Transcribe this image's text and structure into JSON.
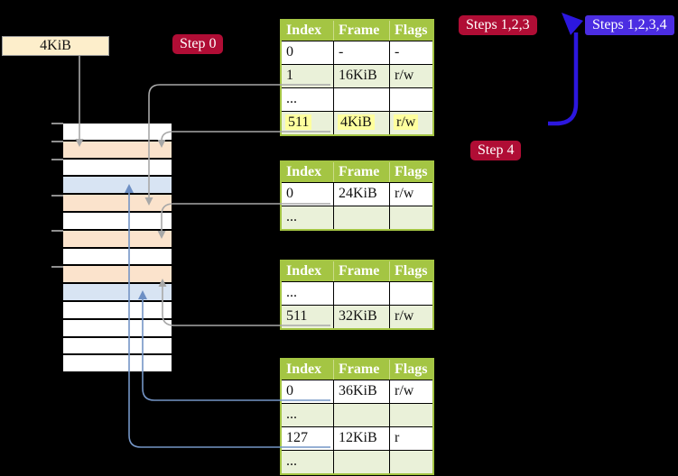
{
  "frame_box": {
    "label": "4KiB"
  },
  "step_labels": {
    "step0": "Step 0",
    "steps123": "Steps 1,2,3",
    "steps1234": "Steps 1,2,3,4",
    "step4": "Step 4"
  },
  "page_tables": [
    {
      "name": "level-4-page-table",
      "headers": [
        "Index",
        "Frame",
        "Flags"
      ],
      "rows": [
        {
          "index": "0",
          "frame": "-",
          "flags": "-",
          "shade": "white",
          "highlight": false
        },
        {
          "index": "1",
          "frame": "16KiB",
          "flags": "r/w",
          "shade": "green",
          "highlight": false
        },
        {
          "index": "...",
          "frame": "",
          "flags": "",
          "shade": "white",
          "highlight": false
        },
        {
          "index": "511",
          "frame": "4KiB",
          "flags": "r/w",
          "shade": "green",
          "highlight": true
        }
      ]
    },
    {
      "name": "level-3-page-table",
      "headers": [
        "Index",
        "Frame",
        "Flags"
      ],
      "rows": [
        {
          "index": "0",
          "frame": "24KiB",
          "flags": "r/w",
          "shade": "white",
          "highlight": false
        },
        {
          "index": "...",
          "frame": "",
          "flags": "",
          "shade": "green",
          "highlight": false
        }
      ]
    },
    {
      "name": "level-2-page-table",
      "headers": [
        "Index",
        "Frame",
        "Flags"
      ],
      "rows": [
        {
          "index": "...",
          "frame": "",
          "flags": "",
          "shade": "white",
          "highlight": false
        },
        {
          "index": "511",
          "frame": "32KiB",
          "flags": "r/w",
          "shade": "green",
          "highlight": false
        }
      ]
    },
    {
      "name": "level-1-page-table",
      "headers": [
        "Index",
        "Frame",
        "Flags"
      ],
      "rows": [
        {
          "index": "0",
          "frame": "36KiB",
          "flags": "r/w",
          "shade": "white",
          "highlight": false
        },
        {
          "index": "...",
          "frame": "",
          "flags": "",
          "shade": "green",
          "highlight": false
        },
        {
          "index": "127",
          "frame": "12KiB",
          "flags": "r",
          "shade": "white",
          "highlight": false
        },
        {
          "index": "...",
          "frame": "",
          "flags": "",
          "shade": "green",
          "highlight": false
        }
      ]
    }
  ],
  "memory_strip": {
    "frames": [
      {
        "color": "white"
      },
      {
        "color": "peach"
      },
      {
        "color": "white"
      },
      {
        "color": "lblue"
      },
      {
        "color": "peach"
      },
      {
        "color": "white"
      },
      {
        "color": "peach"
      },
      {
        "color": "white"
      },
      {
        "color": "peach"
      },
      {
        "color": "lblue"
      },
      {
        "color": "white"
      },
      {
        "color": "white"
      },
      {
        "color": "white"
      },
      {
        "color": "white"
      }
    ]
  },
  "colors": {
    "table_header_green": "#a4c543",
    "table_row_green": "#eaf1d9",
    "highlight_yellow": "#feff9e",
    "frame_peach": "#fbe3cc",
    "frame_blue": "#d8e4f3",
    "label_red": "#b00d35",
    "label_blue": "#4b2de2",
    "arrow_gray": "#a8a8a8",
    "arrow_blue_thin": "#7495c6",
    "arrow_blue_thick": "#2c17de",
    "frame_box_bg": "#fdeecb"
  }
}
